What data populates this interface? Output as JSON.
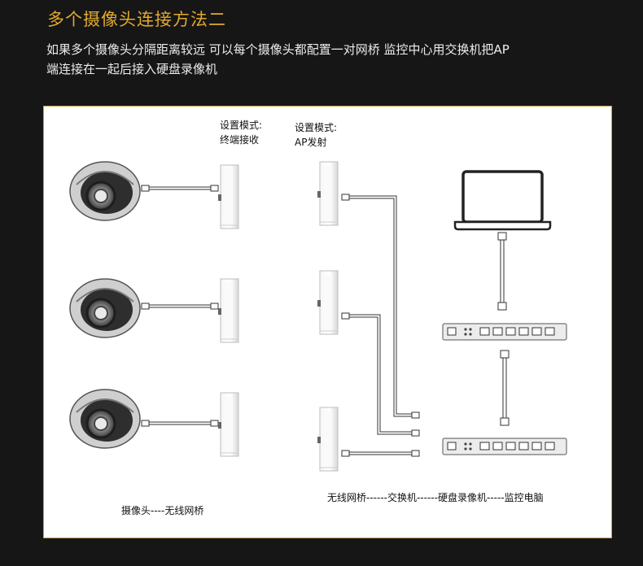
{
  "header": {
    "title": "多个摄像头连接方法二",
    "description_line1": "如果多个摄像头分隔距离较远 可以每个摄像头都配置一对网桥 监控中心用交换机把AP",
    "description_line2": "端连接在一起后接入硬盘录像机"
  },
  "labels": {
    "client_mode_line1": "设置模式:",
    "client_mode_line2": "终端接收",
    "ap_mode_line1": "设置模式:",
    "ap_mode_line2": "AP发射",
    "caption_left": "摄像头----无线网桥",
    "caption_right": "无线网桥------交换机------硬盘录像机-----监控电脑"
  },
  "colors": {
    "accent": "#e2a92e",
    "background": "#161616",
    "panel": "#ffffff"
  },
  "devices": {
    "cameras": 3,
    "client_bridges": 3,
    "ap_bridges": 3,
    "switches": 2,
    "monitor": "laptop-icon"
  }
}
